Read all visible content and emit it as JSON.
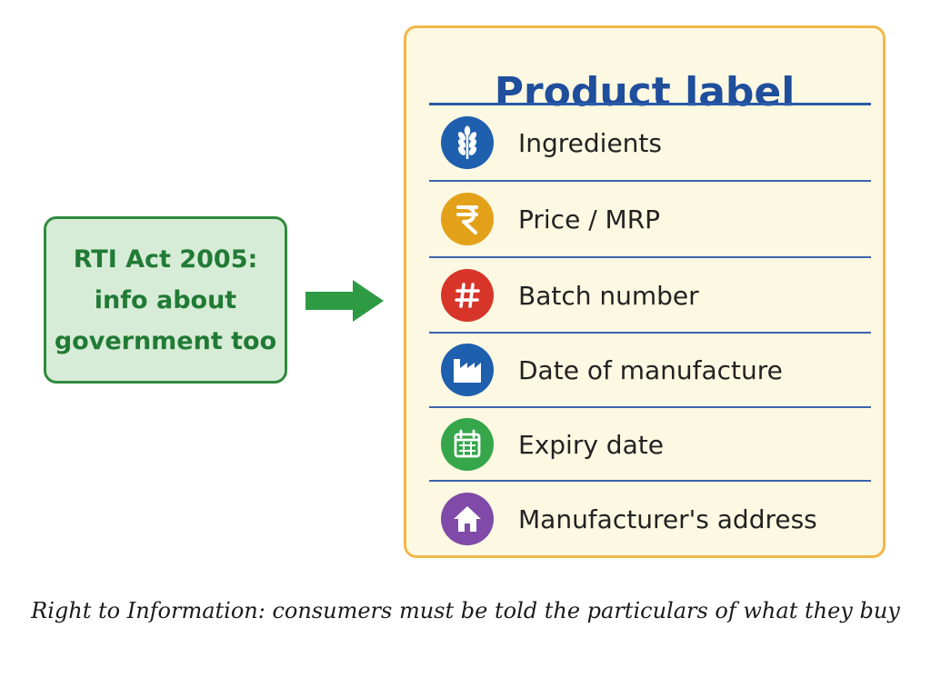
{
  "rti_box": {
    "line1": "RTI Act 2005:",
    "line2": "info about",
    "line3": "government too",
    "border_color": "#2e8b3e",
    "fill_color": "#d6ecd6",
    "text_color": "#217a35"
  },
  "arrow": {
    "color": "#2e9a43",
    "icon": "right-arrow-icon"
  },
  "product_label": {
    "title": "Product label",
    "border_color": "#f0b84a",
    "fill_color": "#fdf8e2",
    "title_color": "#1f4e9c",
    "items": [
      {
        "label": "Ingredients",
        "icon": "wheat-icon",
        "color": "#1e5fae"
      },
      {
        "label": "Price / MRP",
        "icon": "rupee-icon",
        "color": "#e3a11a"
      },
      {
        "label": "Batch number",
        "icon": "hash-icon",
        "color": "#d8352a"
      },
      {
        "label": "Date of manufacture",
        "icon": "factory-icon",
        "color": "#1e5fae"
      },
      {
        "label": "Expiry date",
        "icon": "calendar-icon",
        "color": "#35a64a"
      },
      {
        "label": "Manufacturer's address",
        "icon": "house-icon",
        "color": "#7f4aa8"
      }
    ]
  },
  "caption": "Right to Information: consumers must be told the particulars of what they buy"
}
